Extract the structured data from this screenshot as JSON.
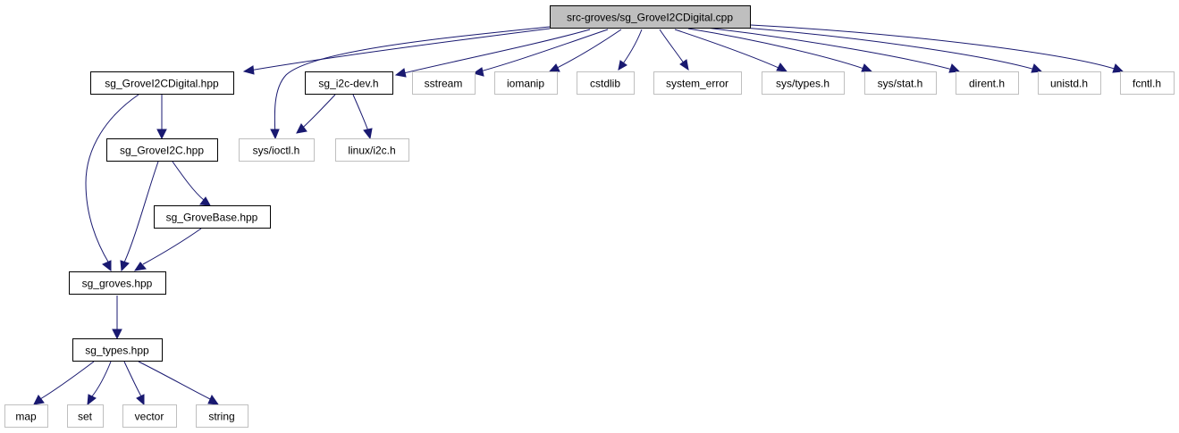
{
  "colors": {
    "edge": "#191970",
    "root_fill": "#bfbfbf",
    "internal_border": "#000000",
    "external_border": "#bfbfbf",
    "background": "#ffffff"
  },
  "nodes": {
    "root": "src-groves/sg_GroveI2CDigital.cpp",
    "sg_grovei2cdigital_hpp": "sg_GroveI2CDigital.hpp",
    "sys_ioctl_h": "sys/ioctl.h",
    "sg_i2c_dev_h": "sg_i2c-dev.h",
    "sstream": "sstream",
    "iomanip": "iomanip",
    "cstdlib": "cstdlib",
    "system_error": "system_error",
    "sys_types_h": "sys/types.h",
    "sys_stat_h": "sys/stat.h",
    "dirent_h": "dirent.h",
    "unistd_h": "unistd.h",
    "fcntl_h": "fcntl.h",
    "sg_grovei2c_hpp": "sg_GroveI2C.hpp",
    "linux_i2c_h": "linux/i2c.h",
    "sg_grovebase_hpp": "sg_GroveBase.hpp",
    "sg_groves_hpp": "sg_groves.hpp",
    "sg_types_hpp": "sg_types.hpp",
    "map": "map",
    "set": "set",
    "vector": "vector",
    "string": "string"
  }
}
